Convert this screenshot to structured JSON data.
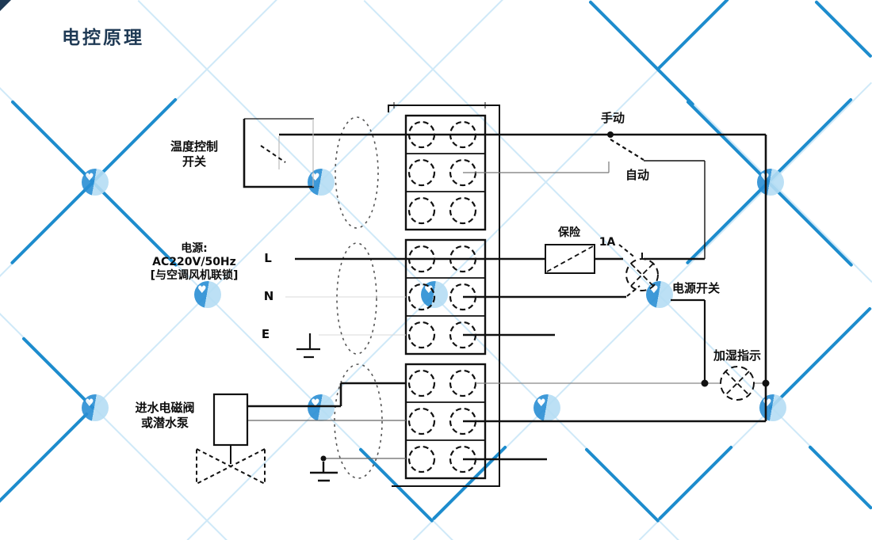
{
  "title": "电控原理",
  "diagram": {
    "labels": {
      "temp_switch_line1": "温度控制",
      "temp_switch_line2": "开关",
      "power_line1": "电源:",
      "power_line2": "AC220V/50Hz",
      "power_line3": "[与空调风机联锁]",
      "terminal_l": "L",
      "terminal_n": "N",
      "terminal_e": "E",
      "valve_line1": "进水电磁阀",
      "valve_line2": "或潜水泵",
      "manual": "手动",
      "auto": "自动",
      "fuse": "保险",
      "fuse_rating": "1A",
      "power_switch": "电源开关",
      "humidify_indicator": "加湿指示"
    },
    "colors": {
      "title": "#1f3a55",
      "line": "#111111",
      "watermark_bold": "#1d8ccd",
      "watermark_light": "#cfe9f8"
    }
  }
}
